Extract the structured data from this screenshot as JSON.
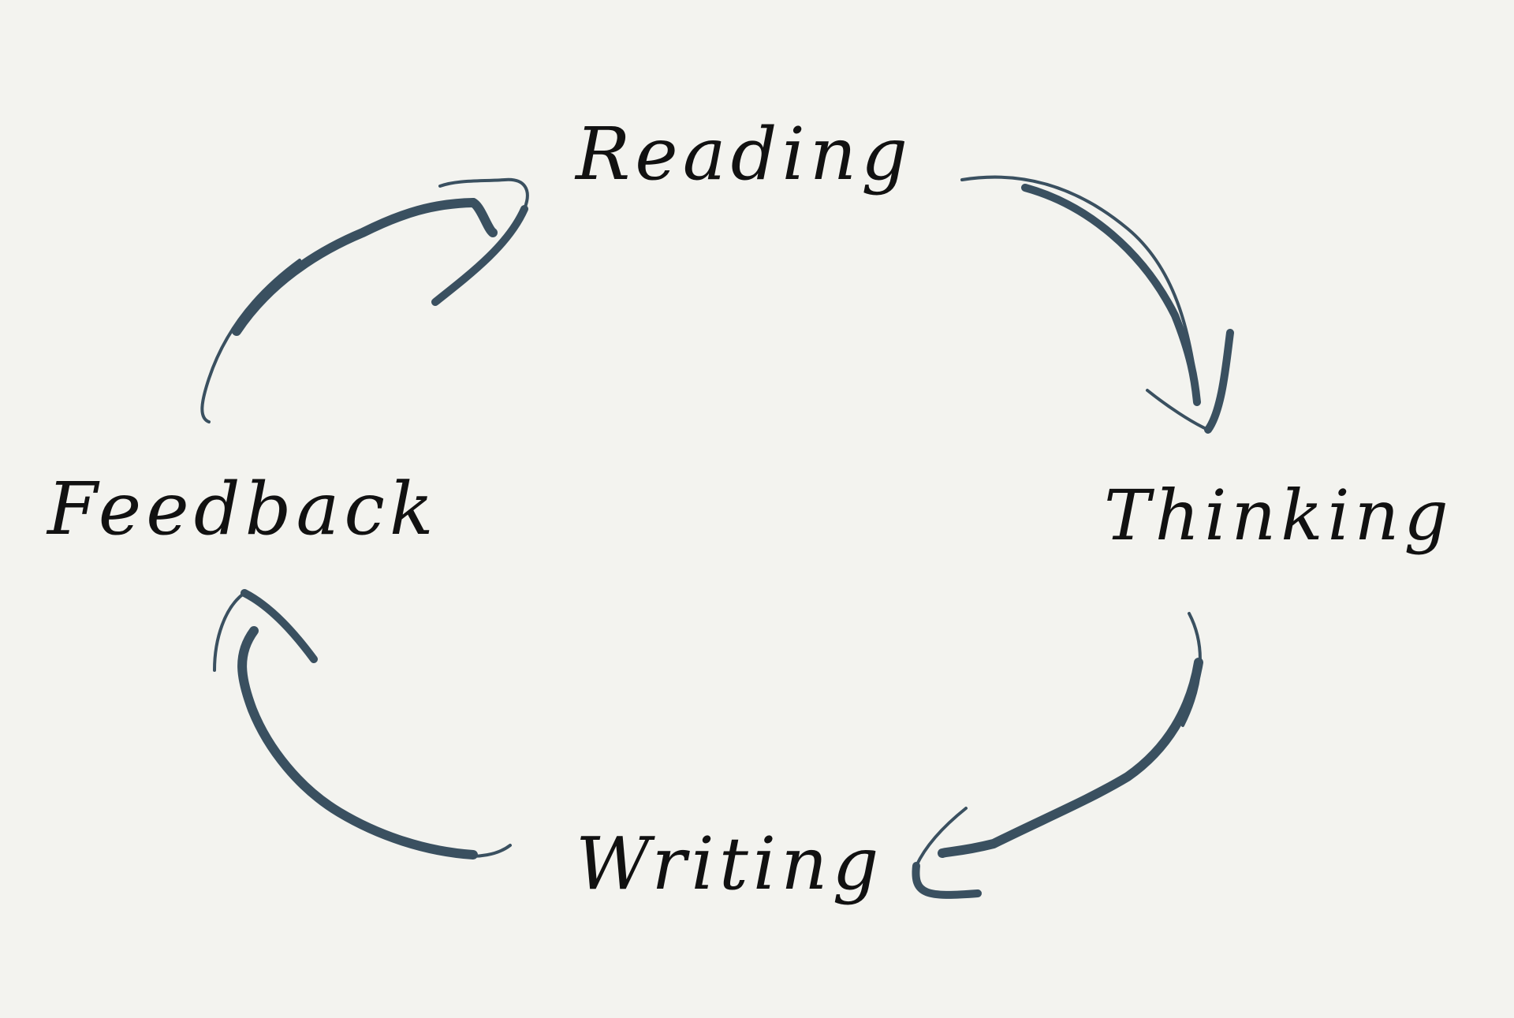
{
  "diagram": {
    "type": "cycle",
    "background_color": "#f3f3ef",
    "arrow_color": "#3a5060",
    "text_color": "#111111",
    "nodes": [
      {
        "id": "reading",
        "label": "Reading"
      },
      {
        "id": "thinking",
        "label": "Thinking"
      },
      {
        "id": "writing",
        "label": "Writing"
      },
      {
        "id": "feedback",
        "label": "Feedback"
      }
    ],
    "edges": [
      {
        "from": "reading",
        "to": "thinking"
      },
      {
        "from": "thinking",
        "to": "writing"
      },
      {
        "from": "writing",
        "to": "feedback"
      },
      {
        "from": "feedback",
        "to": "reading"
      }
    ]
  }
}
